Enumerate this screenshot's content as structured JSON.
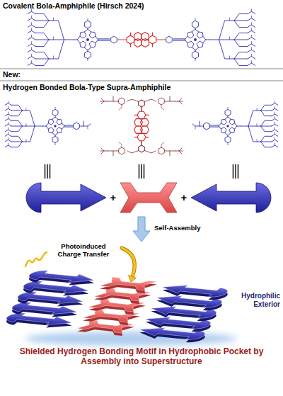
{
  "diagram": {
    "labels": [
      "Covalent Bola-Amphiphile (Hirsch 2024)",
      "New:",
      "Hydrogen Bonded Bola-Type Supra-Amphiphile",
      "+",
      "+",
      "Self-Assembly",
      "Photoinduced Charge Transfer",
      "Hydrophilic Exterior",
      "Shielded Hydrogen Bonding Motif in Hydrophobic Pocket by Assembly into Superstructure"
    ]
  }
}
